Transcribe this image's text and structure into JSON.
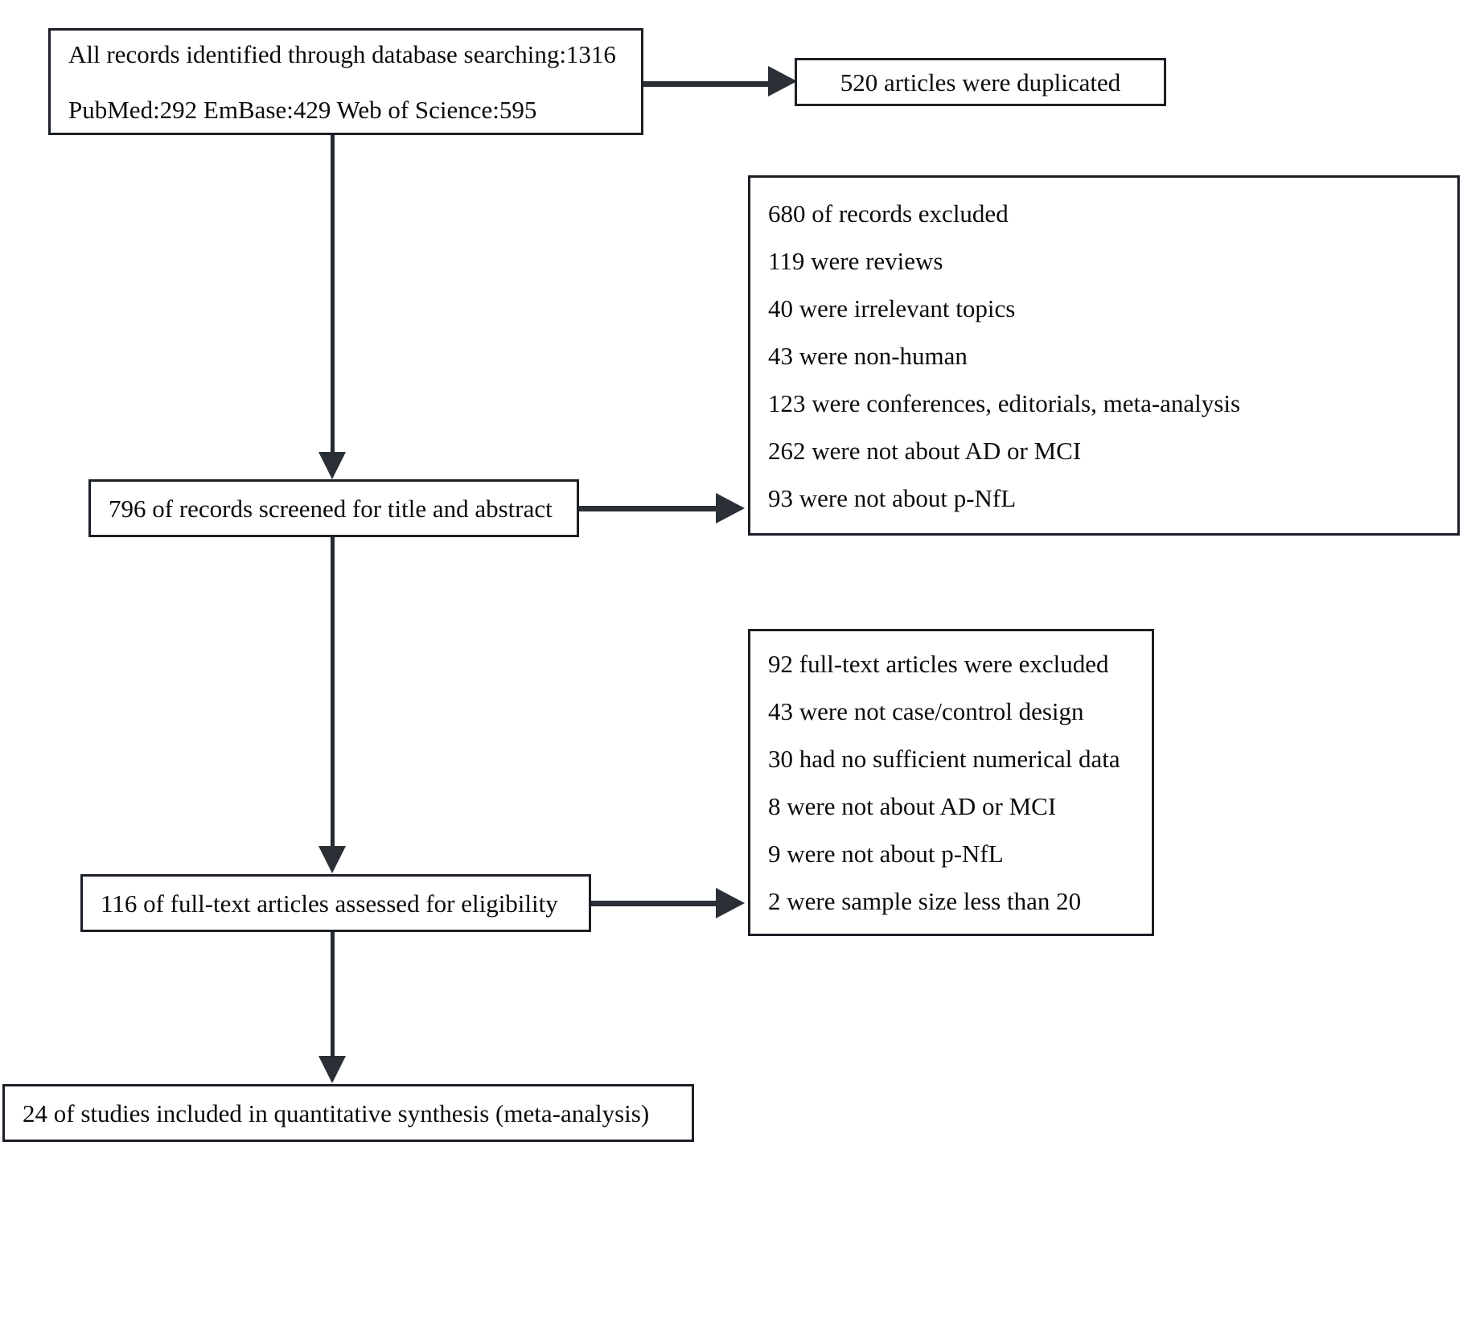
{
  "diagram": {
    "title": "PRISMA study selection flow diagram",
    "type": "flowchart",
    "line_color": "#2b3036",
    "border_color": "#1b2026",
    "background": "#ffffff",
    "nodes": {
      "identification": {
        "name": "identification-box",
        "lines": [
          "All records identified through database searching:1316",
          "PubMed:292 EmBase:429 Web of Science:595"
        ],
        "total_records": 1316,
        "sources": [
          {
            "name": "PubMed",
            "count": 292
          },
          {
            "name": "EmBase",
            "count": 429
          },
          {
            "name": "Web of Science",
            "count": 595
          }
        ]
      },
      "duplicates": {
        "name": "duplicates-box",
        "lines": [
          "520 articles were duplicated"
        ],
        "count": 520
      },
      "screening_exclusions": {
        "name": "screening-exclusions-box",
        "lines": [
          "680 of records excluded",
          "119 were reviews",
          "40 were irrelevant topics",
          "43 were non-human",
          "123 were conferences, editorials, meta-analysis",
          "262 were not about AD or MCI",
          "93 were not about p-NfL"
        ],
        "total_excluded": 680,
        "reasons": [
          {
            "reason": "were reviews",
            "count": 119
          },
          {
            "reason": "were irrelevant topics",
            "count": 40
          },
          {
            "reason": "were non-human",
            "count": 43
          },
          {
            "reason": "were conferences, editorials, meta-analysis",
            "count": 123
          },
          {
            "reason": "were not about AD or MCI",
            "count": 262
          },
          {
            "reason": "were not about p-NfL",
            "count": 93
          }
        ]
      },
      "screening": {
        "name": "screening-box",
        "lines": [
          "796 of records screened for title and abstract"
        ],
        "count": 796
      },
      "fulltext_exclusions": {
        "name": "fulltext-exclusions-box",
        "lines": [
          "92 full-text articles were excluded",
          "43 were not case/control design",
          "30 had no sufficient numerical data",
          "8 were not about AD or MCI",
          "9 were not about p-NfL",
          "2 were sample size less than 20"
        ],
        "total_excluded": 92,
        "reasons": [
          {
            "reason": "were not case/control design",
            "count": 43
          },
          {
            "reason": "had no sufficient numerical data",
            "count": 30
          },
          {
            "reason": "were not about AD or MCI",
            "count": 8
          },
          {
            "reason": "were not about p-NfL",
            "count": 9
          },
          {
            "reason": "were sample size less than 20",
            "count": 2
          }
        ]
      },
      "eligibility": {
        "name": "eligibility-box",
        "lines": [
          "116 of full-text articles assessed for eligibility"
        ],
        "count": 116
      },
      "included": {
        "name": "included-box",
        "lines": [
          "24 of studies included in quantitative synthesis (meta-analysis)"
        ],
        "count": 24
      }
    }
  }
}
